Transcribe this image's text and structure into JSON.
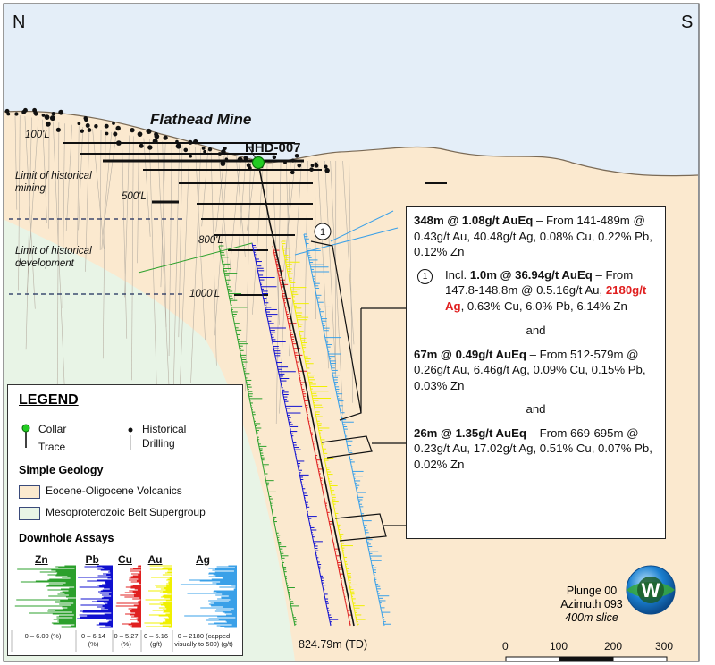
{
  "compass": {
    "north": "N",
    "south": "S"
  },
  "mine_name": "Flathead Mine",
  "drillhole": "HHD-007",
  "levels": [
    "100'L",
    "500'L",
    "800'L",
    "1000'L"
  ],
  "limits": {
    "mining": "Limit of historical mining",
    "development": "Limit of historical development"
  },
  "interval_marker": "1",
  "total_depth": "824.79m (TD)",
  "results": {
    "r1_bold": "348m @ 1.08g/t AuEq",
    "r1_rest": " – From 141-489m @ 0.43g/t Au, 40.48g/t Ag, 0.08% Cu, 0.22% Pb, 0.12% Zn",
    "incl_num": "1",
    "incl_pre": "Incl. ",
    "incl_bold": "1.0m @ 36.94g/t AuEq",
    "incl_mid": " – From 147.8-148.8m @ 0.5.16g/t Au, ",
    "incl_red": "2180g/t Ag",
    "incl_end": ", 0.63% Cu, 6.0% Pb, 6.14% Zn",
    "and1": "and",
    "r2_bold": "67m @ 0.49g/t AuEq",
    "r2_rest": " – From 512-579m @ 0.26g/t Au, 6.46g/t Ag, 0.09% Cu, 0.15% Pb, 0.03% Zn",
    "and2": "and",
    "r3_bold": "26m @ 1.35g/t AuEq",
    "r3_rest": " – From 669-695m @ 0.23g/t Au, 17.02g/t Ag, 0.51% Cu, 0.07% Pb, 0.02% Zn"
  },
  "legend": {
    "title": "LEGEND",
    "collar": "Collar",
    "trace": "Trace",
    "historical": "Historical",
    "drilling": "Drilling",
    "geology_title": "Simple Geology",
    "geo1": "Eocene-Oligocene Volcanics",
    "geo2": "Mesoproterozoic Belt Supergroup",
    "assays_title": "Downhole Assays",
    "assays": [
      {
        "el": "Zn",
        "range": "0 – 6.00",
        "unit": "(%)",
        "color": "#2ca02c"
      },
      {
        "el": "Pb",
        "range": "0 – 6.14",
        "unit": "(%)",
        "color": "#1010d0"
      },
      {
        "el": "Cu",
        "range": "0 – 5.27",
        "unit": "(%)",
        "color": "#e02020"
      },
      {
        "el": "Au",
        "range": "0 – 5.16",
        "unit": "(g/t)",
        "color": "#f0f000"
      },
      {
        "el": "Ag",
        "range": "0 – 2180",
        "unit": "(capped visually to 500) (g/t)",
        "color": "#3aa0e8"
      }
    ]
  },
  "view": {
    "plunge": "Plunge 00",
    "azimuth": "Azimuth 093",
    "slice": "400m slice"
  },
  "scale": [
    "0",
    "100",
    "200",
    "300"
  ],
  "logo": "W",
  "colors": {
    "volcanics": "#fbe9cf",
    "belt": "#e8f4e6",
    "sky": "#e4eef8",
    "collar": "#22cc22"
  }
}
